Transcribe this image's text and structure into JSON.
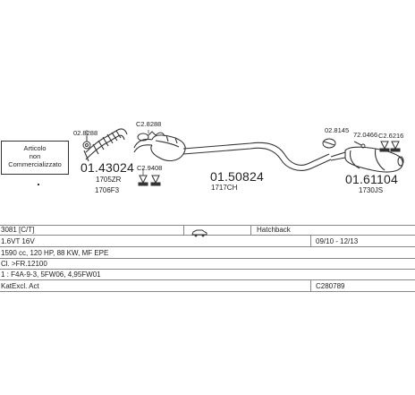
{
  "notice": {
    "line1": "Articolo",
    "line2": "non",
    "line3": "Commercializzato"
  },
  "parts": {
    "p1": {
      "main": "01.43024",
      "sub1": "1705ZR",
      "sub2": "1706F3"
    },
    "p2": {
      "main": "01.50824",
      "sub1": "1717CH"
    },
    "p3": {
      "main": "01.61104",
      "sub1": "1730JS"
    }
  },
  "codes": {
    "c1": "02.8288",
    "c2": "C2.8288",
    "c3": "C2.9408",
    "c4": "02.8145",
    "c5": "72.0466",
    "c6": "C2.6216"
  },
  "table": {
    "row1": {
      "model": "3081 [C/T]",
      "body": "Hatchback"
    },
    "row2": {
      "engine": "1.6VT 16V",
      "dates": "09/10 - 12/13"
    },
    "row3": {
      "spec": "1590 cc, 120 HP, 88 KW, MF EPE"
    },
    "row4": {
      "spec": "Cl. >FR.12100"
    },
    "row5": {
      "spec": "1 : F4A-9-3, 5FW06, 4,95FW01"
    },
    "row6": {
      "spec": "KatExcl. Act",
      "code": "C280789"
    }
  },
  "icons": {
    "car": "car-icon",
    "dot": "bullet-dot"
  }
}
